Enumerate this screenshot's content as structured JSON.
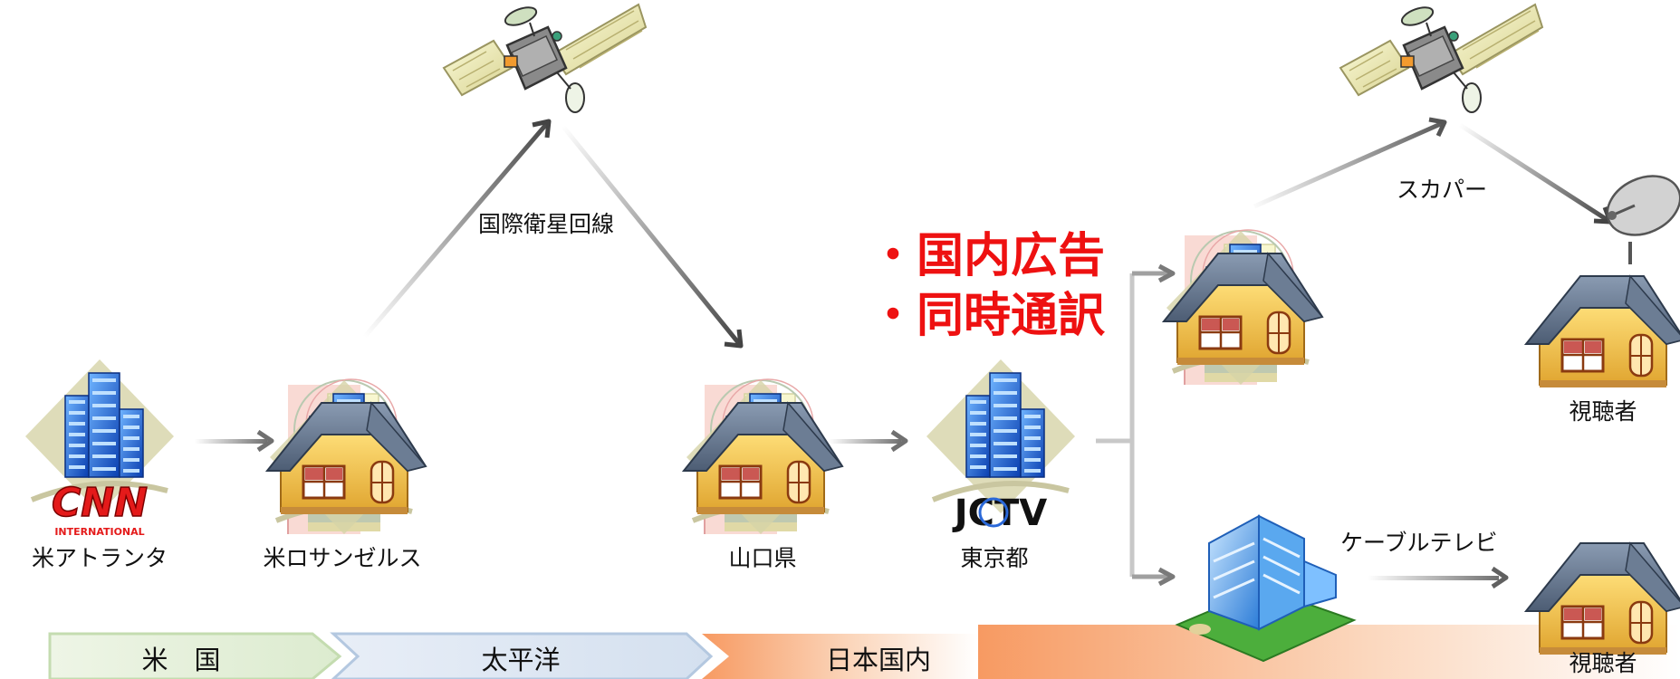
{
  "nodes": {
    "atlanta": "米アトランタ",
    "los_angeles": "米ロサンゼルス",
    "yamaguchi": "山口県",
    "tokyo": "東京都",
    "viewer_top": "視聴者",
    "viewer_bottom": "視聴者"
  },
  "logos": {
    "cnn": "CNN",
    "cnn_sub": "INTERNATIONAL",
    "jctv": "JCTV"
  },
  "links": {
    "intl_satellite": "国際衛星回線",
    "skyperfect": "スカパー",
    "cable_tv": "ケーブルテレビ"
  },
  "notice": {
    "line1": "・国内広告",
    "line2": "・同時通訳"
  },
  "regions": {
    "usa": "米　国",
    "pacific": "太平洋",
    "japan": "日本国内"
  },
  "colors": {
    "notice_red": "#ee1111",
    "arrow_gray": "#707070",
    "usa_band": "#e3efd8",
    "pacific_band": "#d9e4f1",
    "japan_band": "#f8a06c"
  }
}
